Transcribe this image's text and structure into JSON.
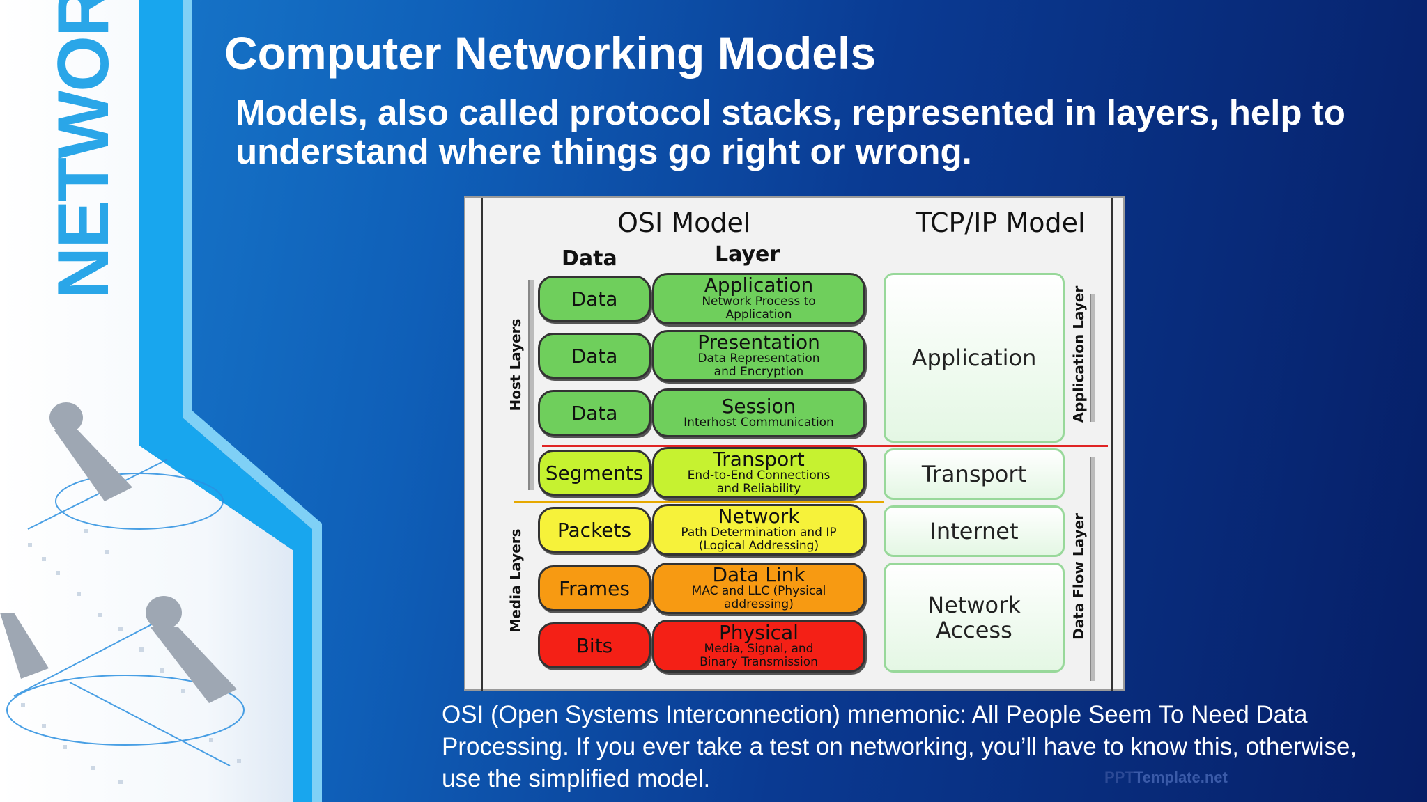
{
  "slide": {
    "side_word": "NETWORK",
    "title": "Computer Networking Models",
    "subtitle": "Models, also called protocol stacks, represented in layers, help to understand where things go right or wrong.",
    "footnote": "OSI (Open Systems Interconnection) mnemonic: All People Seem To Need Data Processing. If you ever take a test on networking, you’ll have to know this, otherwise, use the simplified model.",
    "watermark": {
      "prefix": "PPT",
      "suffix": "Template.net"
    }
  },
  "diagram": {
    "osi_title": "OSI Model",
    "tcp_title": "TCP/IP Model",
    "data_header": "Data",
    "layer_header": "Layer",
    "host_layers_label": "Host Layers",
    "media_layers_label": "Media Layers",
    "application_layer_label": "Application Layer",
    "data_flow_layer_label": "Data Flow Layer",
    "osi_rows": [
      {
        "data": "Data",
        "layer": "Application",
        "desc": "Network Process to Application",
        "color": "#6fcf5c"
      },
      {
        "data": "Data",
        "layer": "Presentation",
        "desc": "Data Representation and Encryption",
        "color": "#6fcf5c"
      },
      {
        "data": "Data",
        "layer": "Session",
        "desc": "Interhost Communication",
        "color": "#6fcf5c"
      },
      {
        "data": "Segments",
        "layer": "Transport",
        "desc": "End-to-End Connections and Reliability",
        "color": "#c6f230"
      },
      {
        "data": "Packets",
        "layer": "Network",
        "desc": "Path Determination and IP (Logical Addressing)",
        "color": "#f6f23a"
      },
      {
        "data": "Frames",
        "layer": "Data Link",
        "desc": "MAC and LLC (Physical addressing)",
        "color": "#f79a12"
      },
      {
        "data": "Bits",
        "layer": "Physical",
        "desc": "Media, Signal, and Binary Transmission",
        "color": "#f42016"
      }
    ],
    "tcp_rows": [
      {
        "label": "Application"
      },
      {
        "label": "Transport"
      },
      {
        "label": "Internet"
      },
      {
        "label": "Network Access"
      }
    ]
  }
}
